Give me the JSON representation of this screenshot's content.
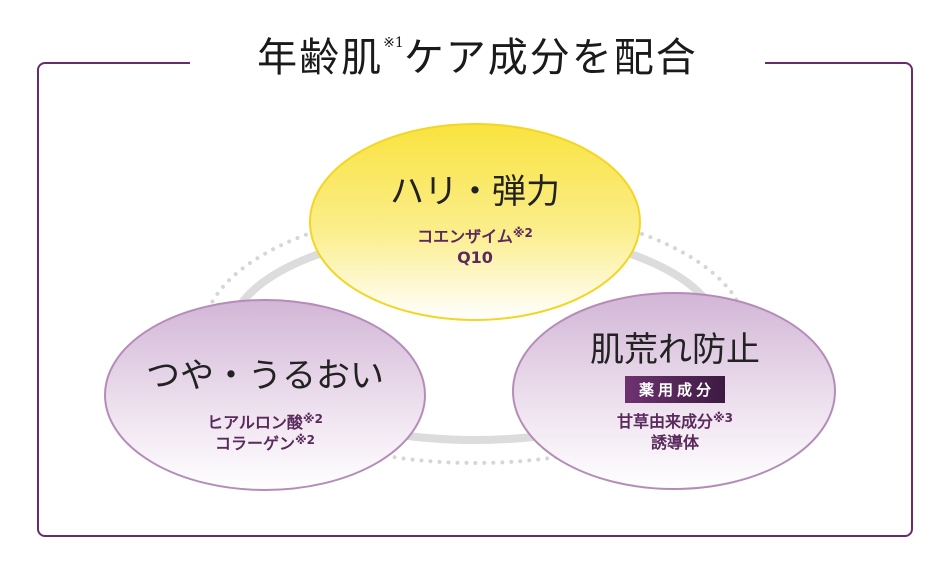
{
  "title": {
    "text": "年齢肌",
    "note": "※1",
    "rest": "ケア成分を配合"
  },
  "nodes": [
    {
      "heading": "ハリ・弾力",
      "ingredients": [
        {
          "name": "コエンザイム",
          "note": "※2"
        },
        {
          "name": "Q10",
          "note": ""
        }
      ]
    },
    {
      "heading": "つや・うるおい",
      "ingredients": [
        {
          "name": "ヒアルロン酸",
          "note": "※2"
        },
        {
          "name": "コラーゲン",
          "note": "※2"
        }
      ]
    },
    {
      "heading": "肌荒れ防止",
      "badge": "薬用成分",
      "ingredients": [
        {
          "name": "甘草由来成分",
          "note": "※3"
        },
        {
          "name": "誘導体",
          "note": ""
        }
      ]
    }
  ],
  "colors": {
    "frame": "#6b2a6b",
    "yellow": "#f8e44a",
    "lavender": "#c9a6cc",
    "text_accent": "#5a2a5c"
  }
}
